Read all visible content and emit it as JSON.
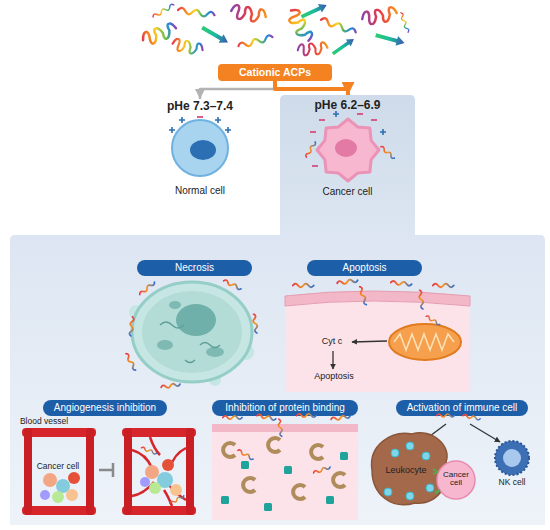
{
  "diagram": {
    "nodes": [
      {
        "text": [
          "Cationic ACPs"
        ]
      },
      {
        "text": [
          "pHe 7.3–7.4",
          "Normal cell"
        ]
      },
      {
        "text": [
          "pHe 6.2–6.9",
          "Cancer cell"
        ]
      },
      {
        "text": [
          "Necrosis"
        ],
        "in": 2
      },
      {
        "text": [
          "Apoptosis"
        ],
        "in": 2
      },
      {
        "text": [
          "Angiogenesis inhibition"
        ],
        "in": 2
      },
      {
        "text": [
          "Inhibition of protein binding"
        ],
        "in": 2
      },
      {
        "text": [
          "Activation of immune cell"
        ],
        "in": 2
      }
    ],
    "edges": [
      {
        "from": 0,
        "to": 1,
        "arrow": "to"
      },
      {
        "from": 0,
        "to": 2,
        "arrow": "to"
      }
    ],
    "labels": [
      "Cyt c",
      "Apoptosis",
      "Blood vessel",
      "Cancer cell",
      "Leukocyte",
      "Cancer cell",
      "NK cell"
    ]
  }
}
